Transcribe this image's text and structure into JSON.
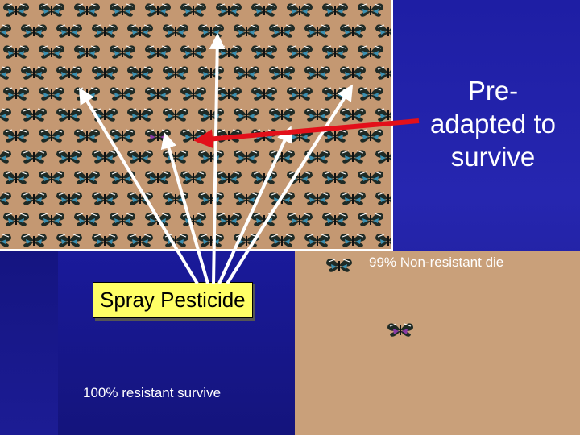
{
  "title": "Pre-\nadapted to\nsurvive",
  "title_lines": [
    "Pre-",
    "adapted to",
    "survive"
  ],
  "note_nonresistant": "99% Non-resistant die",
  "note_resistant": "100% resistant survive",
  "spray_label": "Spray Pesticide",
  "colors": {
    "arrow_white": "#ffffff",
    "arrow_red": "#e3101a",
    "butterfly_dark": "#1f2a25",
    "butterfly_blue": "#3b8fb0",
    "butterfly_resistant": "#8a3aa6",
    "tan": "#c9a07a",
    "background_blue": "#2020a8",
    "label_yellow": "#ffff66"
  }
}
